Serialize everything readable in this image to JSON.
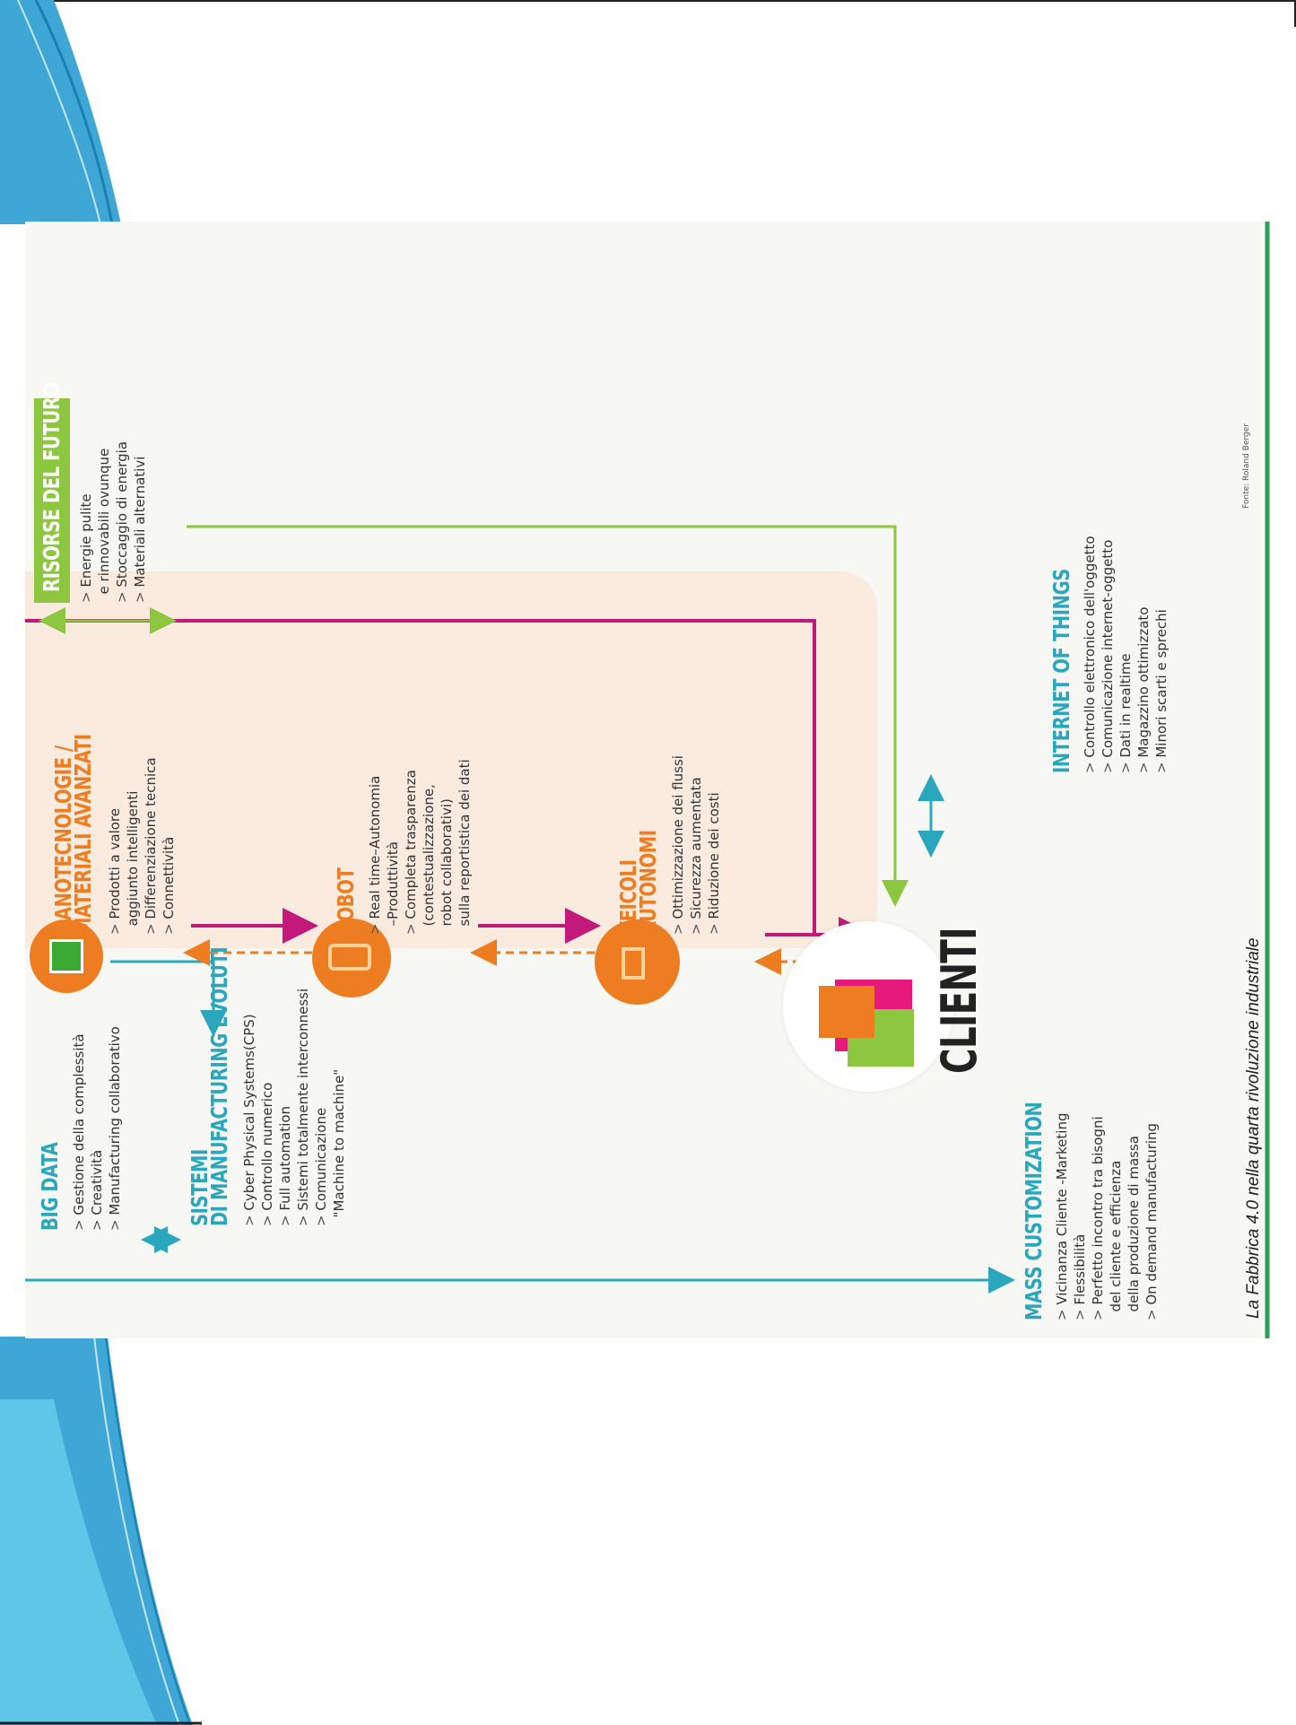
{
  "caption": "La Fabbrica 4.0 nella quarta rivoluzione industriale",
  "source": "Fonte: Roland Berger",
  "center": {
    "label": "CLIENTI"
  },
  "nodes": {
    "big_data": {
      "title": "BIG DATA",
      "items": [
        "Gestione della complessità",
        "Creatività",
        "Manufacturing collaborativo"
      ]
    },
    "sistemi": {
      "title_1": "SISTEMI",
      "title_2": "DI MANUFACTURING EVOLUTI",
      "items": [
        "Cyber Physical Systems(CPS)",
        "Controllo numerico",
        "Full automation",
        "Sistemi totalmente interconnessi",
        "Comunicazione",
        "\"Machine to machine\""
      ]
    },
    "nanotecnologie": {
      "title_1": "NANOTECNOLOGIE /",
      "title_2": "MATERIALI AVANZATI",
      "items": [
        "Prodotti a valore",
        "aggiunto intelligenti",
        "Differenziazione tecnica",
        "Connettività"
      ]
    },
    "robot": {
      "title": "ROBOT",
      "items": [
        "Real time–Autonomia",
        "–Produttività",
        "Completa trasparenza",
        "(contestualizzazione,",
        "robot collaborativi)",
        "sulla reportistica dei dati"
      ]
    },
    "veicoli": {
      "title_1": "VEICOLI",
      "title_2": "AUTONOMI",
      "items": [
        "Ottimizzazione dei flussi",
        "Sicurezza aumentata",
        "Riduzione dei costi"
      ]
    },
    "risorse": {
      "title": "RISORSE DEL FUTURO",
      "items": [
        "Energie pulite",
        "e rinnovabili ovunque",
        "Stoccaggio di energia",
        "Materiali alternativi"
      ]
    },
    "mass": {
      "title": "MASS CUSTOMIZATION",
      "items": [
        "Vicinanza Cliente -Marketing",
        "Flessibilità",
        "Perfetto incontro tra bisogni",
        "del cliente e efficienza",
        "della produzione di massa",
        "On demand manufacturing"
      ]
    },
    "iot": {
      "title": "INTERNET OF THINGS",
      "items": [
        "Controllo elettronico dell'oggetto",
        "Comunicazione internet-oggetto",
        "Dati in realtime",
        "Magazzino ottimizzato",
        "Minori scarti e sprechi"
      ]
    }
  },
  "colors": {
    "teal": "#2aa6bd",
    "magenta": "#c2197a",
    "green": "#8dc63f",
    "orange": "#ee7d22",
    "panel": "#fbe9db"
  },
  "icons": [
    "chip-icon",
    "robot-arm-icon",
    "forklift-icon",
    "shopping-bags-icon"
  ]
}
